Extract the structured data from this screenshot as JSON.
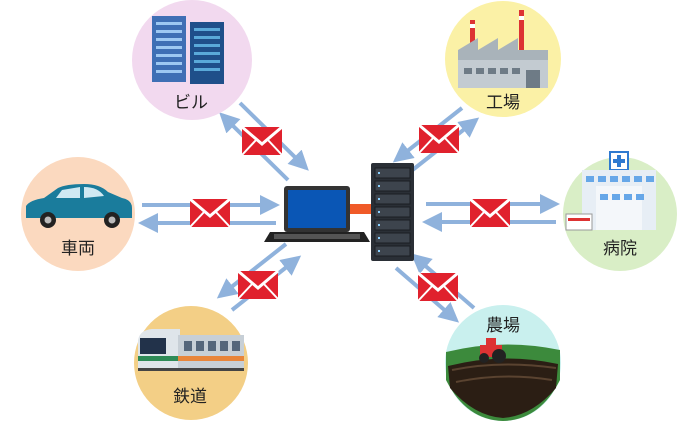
{
  "diagram": {
    "nodes": {
      "building": {
        "label": "ビル",
        "bg_color": "#f2d9ef"
      },
      "factory": {
        "label": "工場",
        "bg_color": "#fbf1a6"
      },
      "car": {
        "label": "車両",
        "bg_color": "#fbd9bf"
      },
      "hospital": {
        "label": "病院",
        "bg_color": "#d9eec6"
      },
      "railway": {
        "label": "鉄道",
        "bg_color": "#f3cf86"
      },
      "farm": {
        "label": "農場",
        "bg_color": "#c9f0ee"
      }
    },
    "colors": {
      "arrow": "#8fb2dc",
      "envelope": "#e0212d",
      "connector": "#f05a28",
      "laptop_screen": "#0a56b5",
      "server_body": "#2a2f36"
    },
    "icons": [
      "laptop-icon",
      "server-rack-icon",
      "envelope-icon",
      "building-icon",
      "factory-icon",
      "car-icon",
      "hospital-icon",
      "train-icon",
      "tractor-icon"
    ]
  }
}
